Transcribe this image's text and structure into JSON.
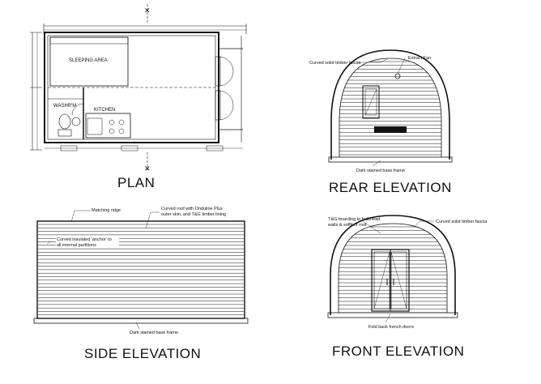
{
  "titles": {
    "plan": "PLAN",
    "rear": "REAR ELEVATION",
    "side": "SIDE ELEVATION",
    "front": "FRONT ELEVATION"
  },
  "plan": {
    "sleeping": "SLEEPING AREA",
    "washroom": "WASHR'M",
    "kitchen": "KITCHEN"
  },
  "rear": {
    "curved_ribs": "Curved solid timber fascia",
    "extract": "Extract Fan",
    "base_frame": "Dark stained base frame"
  },
  "side": {
    "matching_ridge": "Matching ridge",
    "roof_note_1": "Curved roof with Onduline Plus",
    "roof_note_2": "outer skin, and T&G timber lining",
    "insul_note_1": "Curved insulated 'anchor' to",
    "insul_note_2": "all internal partitions",
    "base_frame": "Dark stained base frame"
  },
  "front": {
    "tg_note_1": "T&G boarding to bulkhead",
    "tg_note_2": "walls & soffit of roof",
    "curved_ribs": "Curved solid timber fascia",
    "doors": "Fold back french doors"
  },
  "colors": {
    "line": "#111111",
    "background": "#ffffff"
  }
}
